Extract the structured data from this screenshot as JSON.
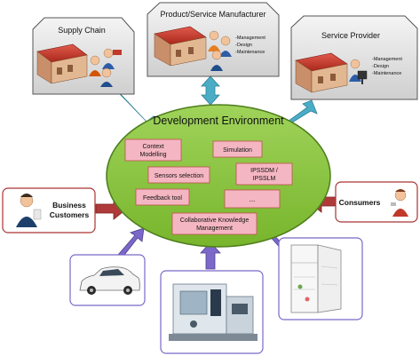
{
  "center": {
    "title": "Development Environment"
  },
  "modules": {
    "context_modelling": [
      "Context",
      "Modelling"
    ],
    "simulation": "Simulation",
    "sensors_selection": "Sensors selection",
    "ipssdm": [
      "IPSSDM /",
      "IPSSLM"
    ],
    "feedback_tool": "Feedback tool",
    "ellipsis": "...",
    "collaborative": [
      "Collaborative Knowledge",
      "Management"
    ]
  },
  "stakeholders": {
    "supply_chain": {
      "title": "Supply Chain"
    },
    "manufacturer": {
      "title": "Product/Service Manufacturer",
      "roles": [
        "-Management",
        "-Design",
        "-Maintenance"
      ]
    },
    "service_provider": {
      "title": "Service Provider",
      "roles": [
        "-Management",
        "-Design",
        "-Maintenance"
      ]
    },
    "business_customers": [
      "Business",
      "Customers"
    ],
    "consumers": "Consumers"
  },
  "colors": {
    "ellipse_fill": "#8cc63f",
    "module_fill": "#f4b6c2",
    "module_border": "#c0504d",
    "teal_arrow": "#4bacc6",
    "red_arrow": "#b03a3a",
    "purple_arrow": "#7b68c8",
    "building": "#c0392b"
  }
}
